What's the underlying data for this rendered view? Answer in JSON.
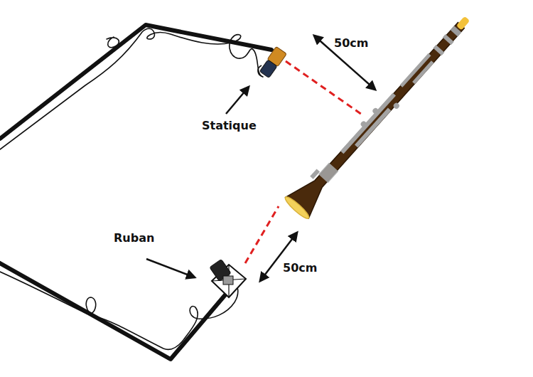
{
  "diagram": {
    "labels": [
      "50cm",
      "Statique",
      "Ruban",
      "50cm"
    ]
  }
}
